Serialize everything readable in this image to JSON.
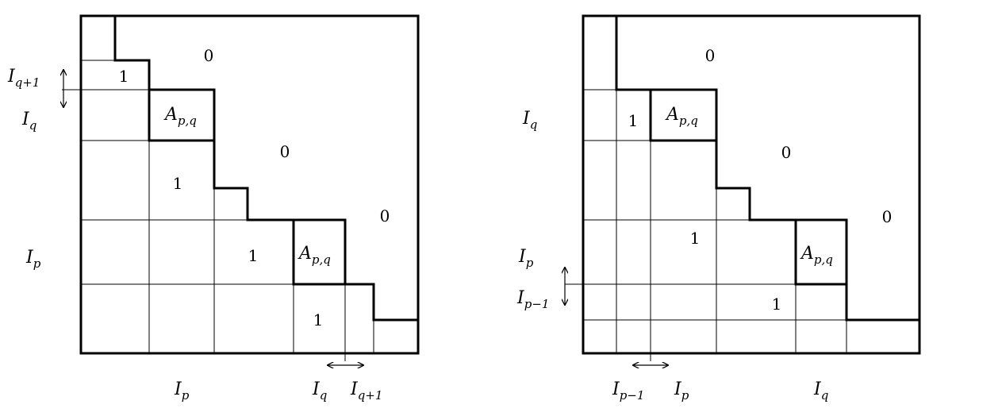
{
  "left_diagram": {
    "zero_labels": [
      "0",
      "0",
      "0"
    ],
    "one_labels": [
      "1",
      "1",
      "1",
      "1"
    ],
    "block_labels": [
      {
        "base": "A",
        "sub": "p,q"
      },
      {
        "base": "A",
        "sub": "p,q"
      }
    ],
    "side_labels": [
      {
        "base": "I",
        "sub": "q+1"
      },
      {
        "base": "I",
        "sub": "q"
      },
      {
        "base": "I",
        "sub": "p"
      }
    ],
    "bottom_labels": [
      {
        "base": "I",
        "sub": "p"
      },
      {
        "base": "I",
        "sub": "q"
      },
      {
        "base": "I",
        "sub": "q+1"
      }
    ]
  },
  "right_diagram": {
    "zero_labels": [
      "0",
      "0",
      "0"
    ],
    "one_labels": [
      "1",
      "1",
      "1"
    ],
    "block_labels": [
      {
        "base": "A",
        "sub": "p,q"
      },
      {
        "base": "A",
        "sub": "p,q"
      }
    ],
    "side_labels": [
      {
        "base": "I",
        "sub": "q"
      },
      {
        "base": "I",
        "sub": "p"
      },
      {
        "base": "I",
        "sub": "p−1"
      }
    ],
    "bottom_labels": [
      {
        "base": "I",
        "sub": "p−1"
      },
      {
        "base": "I",
        "sub": "p"
      },
      {
        "base": "I",
        "sub": "q"
      }
    ]
  }
}
